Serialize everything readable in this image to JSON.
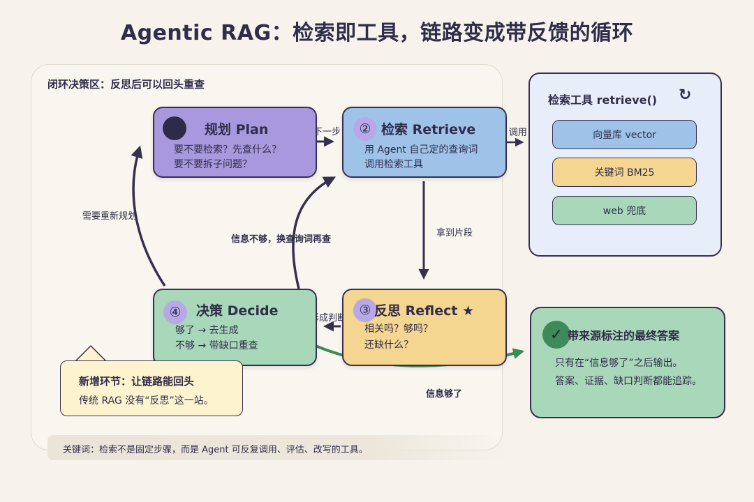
{
  "title": "Agentic RAG：检索即工具，链路变成带反馈的循环",
  "zone_label": "闭环决策区：反思后可以回头重查",
  "nodes": {
    "plan": {
      "badge": "",
      "title": "规划 Plan",
      "lines": [
        "要不要检索？先查什么？",
        "要不要拆子问题？"
      ],
      "color": "#a898dd"
    },
    "retrieve": {
      "badge": "②",
      "title": "检索 Retrieve",
      "lines": [
        "用 Agent 自己定的查询词",
        "调用检索工具"
      ],
      "color": "#9fc3e8"
    },
    "reflect": {
      "badge": "③",
      "title": "反思 Reflect ★",
      "lines": [
        "相关吗？够吗？",
        "还缺什么？"
      ],
      "color": "#f4d690"
    },
    "decide": {
      "badge": "④",
      "title": "决策 Decide",
      "lines": [
        "够了 → 去生成",
        "不够 → 带缺口重查"
      ],
      "color": "#a8d7b9"
    }
  },
  "edges": {
    "plan_to_retrieve": "下一步",
    "retrieve_to_tool": "② 调用",
    "retrieve_to_reflect": "拿到片段",
    "reflect_to_decide": "形成判断",
    "decide_to_retrieve": "信息不够，换查询词再查",
    "decide_to_plan": "需要重新规划",
    "decide_to_answer": "信息够了"
  },
  "tool_panel": {
    "title": "检索工具 retrieve()",
    "icon": "refresh-icon",
    "items": [
      {
        "label": "向量库 vector",
        "color": "#9fc3e8"
      },
      {
        "label": "关键词 BM25",
        "color": "#f4d690"
      },
      {
        "label": "web 兜底",
        "color": "#a8d7b9"
      }
    ]
  },
  "answer": {
    "icon": "check-icon",
    "title": "带来源标注的最终答案",
    "lines": [
      "只有在“信息够了”之后输出。",
      "答案、证据、缺口判断都能追踪。"
    ]
  },
  "callout": {
    "title": "新增环节：让链路能回头",
    "text": "传统 RAG 没有“反思”这一站。"
  },
  "keywords": "关键词：检索不是固定步骤，而是 Agent 可反复调用、评估、改写的工具。",
  "colors": {
    "ink": "#35304f",
    "answer_arrow": "#3d8a58",
    "background": "#f7f3ec"
  }
}
